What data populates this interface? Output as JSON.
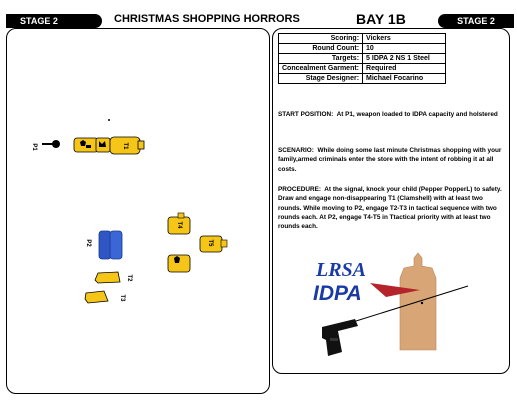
{
  "header": {
    "stage_left": "STAGE 2",
    "title": "CHRISTMAS SHOPPING HORRORS",
    "bay": "BAY 1B",
    "stage_right": "STAGE 2"
  },
  "info": [
    {
      "label": "Scoring:",
      "value": "Vickers"
    },
    {
      "label": "Round Count:",
      "value": "10"
    },
    {
      "label": "Targets:",
      "value": "5 IDPA  2 NS  1 Steel"
    },
    {
      "label": "Concealment Garment:",
      "value": "Required"
    },
    {
      "label": "Stage Designer:",
      "value": "Michael Focarino"
    }
  ],
  "sections": {
    "start_label": "START POSITION:",
    "start_text": "At P1, weapon loaded to IDPA capacity and holstered",
    "scenario_label": "SCENARIO:",
    "scenario_text": "While doing some last minute Christmas shopping with your family,armed criminals enter the store with the intent of robbing it at all costs.",
    "procedure_label": "PROCEDURE:",
    "procedure_text": "At the signal, knock your child (Pepper PopperL) to safety. Draw and engage non-disappearing T1 (Clamshell) with at least two rounds. While moving to P2, engage T2-T3 in tactical sequence with two rounds each. At P2, engage T4-T5 in Ttactical priority with at least two rounds each."
  },
  "diagram": {
    "labels": {
      "p1": "P1",
      "p2": "P2",
      "t1": "T1",
      "t2": "T2",
      "t3": "T3",
      "t4": "T4",
      "t5": "T5"
    }
  },
  "logos": {
    "lrsa": "LRSA",
    "idpa": "IDPA"
  },
  "colors": {
    "target": "#f5c518",
    "barrel": "#2f56c4",
    "brown_target": "#d8a676",
    "logo_blue": "#1a3aa6",
    "logo_red": "#b5232b"
  }
}
